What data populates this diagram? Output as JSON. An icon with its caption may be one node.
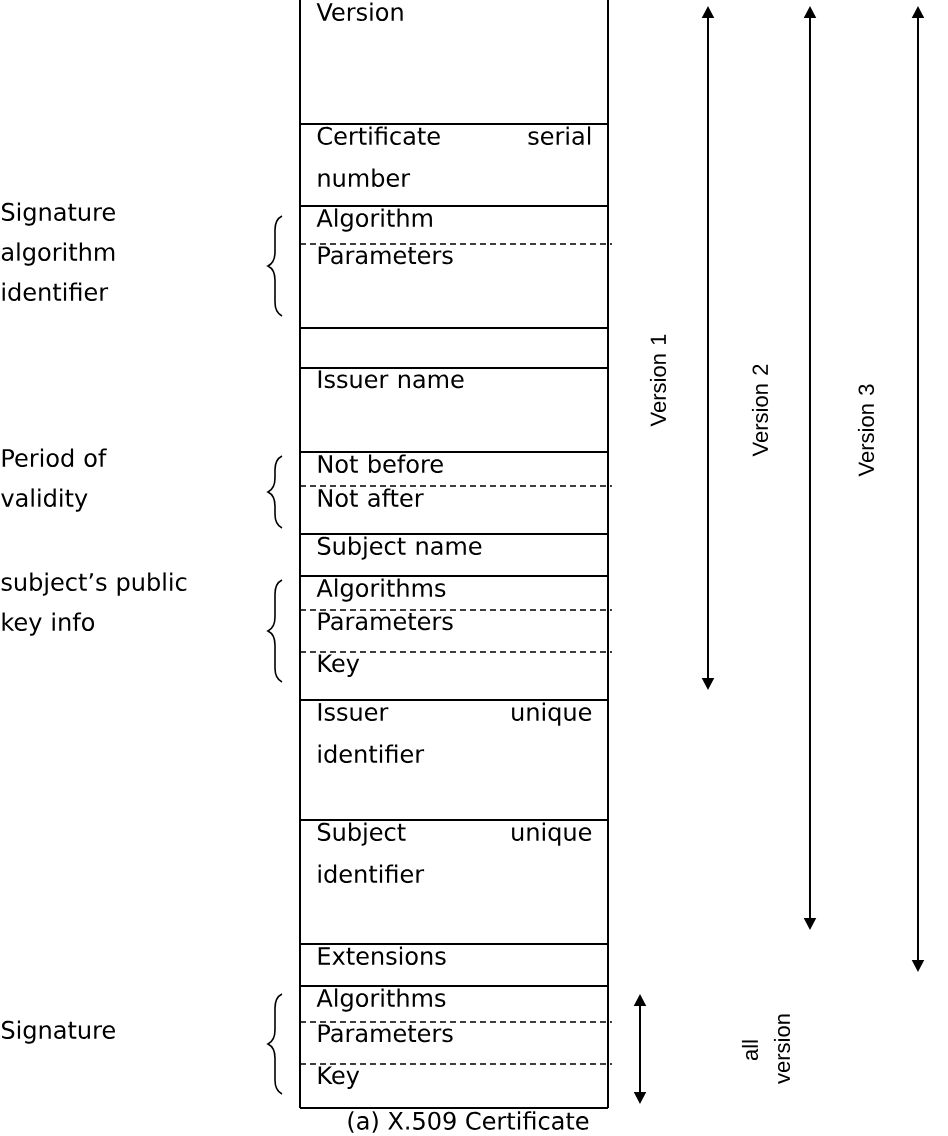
{
  "diagram": {
    "caption": "(a) X.509 Certificate",
    "nodes": [
      {
        "text": [
          "Version"
        ]
      },
      {
        "text": [
          "Certificate serial number"
        ]
      },
      {
        "text": [
          "Algorithm"
        ]
      },
      {
        "text": [
          "Parameters"
        ]
      },
      {
        "text": [],
        "shape": "box"
      },
      {
        "text": [
          "Issuer name"
        ]
      },
      {
        "text": [
          "Not before"
        ]
      },
      {
        "text": [
          "Not after"
        ]
      },
      {
        "text": [
          "Subject name"
        ]
      },
      {
        "text": [
          "Algorithms"
        ]
      },
      {
        "text": [
          "Parameters"
        ]
      },
      {
        "text": [
          "Key"
        ]
      },
      {
        "text": [
          "Issuer unique identifier"
        ]
      },
      {
        "text": [
          "Subject unique identifier"
        ]
      },
      {
        "text": [
          "Extensions"
        ]
      },
      {
        "text": [
          "Algorithms"
        ]
      },
      {
        "text": [
          "Parameters"
        ]
      },
      {
        "text": [
          "Key"
        ]
      }
    ],
    "labels": [
      "Signature algorithm identifier",
      "Period of validity",
      "subject’s public key info",
      "Signature",
      "Version 1",
      "Version 2",
      "Version 3",
      "all version"
    ]
  }
}
